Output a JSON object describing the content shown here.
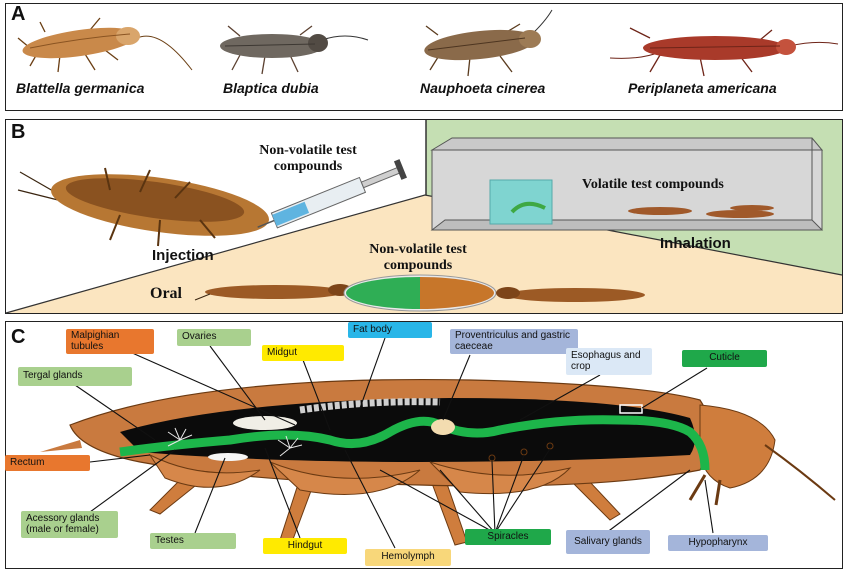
{
  "panel_a": {
    "label": "A",
    "species": [
      "Blattella germanica",
      "Blaptica dubia",
      "Nauphoeta cinerea",
      "Periplaneta americana"
    ]
  },
  "panel_b": {
    "label": "B",
    "injection_compounds": "Non-volatile test compounds",
    "injection_label": "Injection",
    "volatile_label": "Volatile test compounds",
    "inhalation_label": "Inhalation",
    "oral_compounds": "Non-volatile test compounds",
    "oral_label": "Oral"
  },
  "panel_c": {
    "label": "C",
    "tags": {
      "malpighian": "Malpighian tubules",
      "ovaries": "Ovaries",
      "midgut": "Midgut",
      "fat_body": "Fat body",
      "proventriculus": "Proventriculus and gastric caeceae",
      "esophagus": "Esophagus and crop",
      "cuticle": "Cuticle",
      "tergal": "Tergal glands",
      "rectum": "Rectum",
      "accessory": "Acessory glands (male or female)",
      "testes": "Testes",
      "hindgut": "Hindgut",
      "hemolymph": "Hemolymph",
      "spiracles": "Spiracles",
      "salivary": "Salivary glands",
      "hypopharynx": "Hypopharynx"
    }
  },
  "colors": {
    "orange": "#e8772e",
    "green_light": "#a9d08e",
    "yellow": "#ffea00",
    "cyan": "#29b6e8",
    "lavender": "#a4b5da",
    "green": "#1fa84a",
    "pale_blue": "#dbe8f6",
    "panel_b_right": "#c5dfb3",
    "panel_b_oral": "#fbe5c0",
    "roach_brown": "#b06a2c",
    "roach_red": "#a93a2a"
  }
}
